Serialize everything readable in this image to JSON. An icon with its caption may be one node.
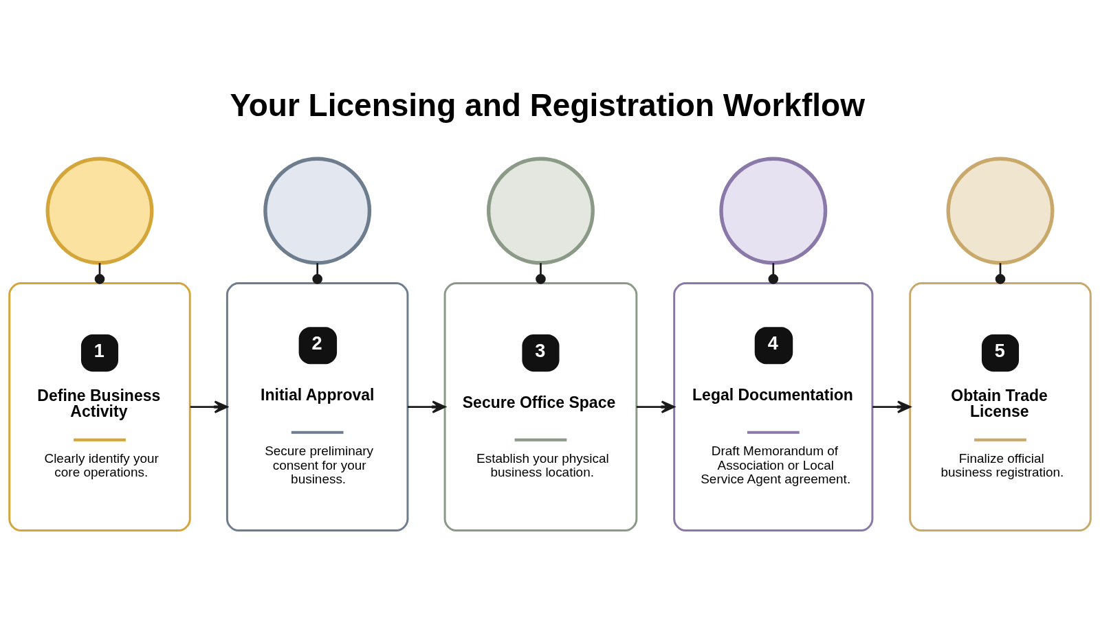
{
  "diagram": {
    "title": "Your Licensing and Registration Workflow",
    "nodes": [
      {
        "text": [],
        "shape": "circle"
      },
      {
        "text": [],
        "shape": "circle"
      },
      {
        "text": [],
        "shape": "circle"
      },
      {
        "text": [],
        "shape": "circle"
      },
      {
        "text": [],
        "shape": "circle"
      },
      {
        "text": [
          "1",
          "Define Business Activity",
          "Clearly identify your core operations."
        ]
      },
      {
        "text": [
          "2",
          "Initial Approval",
          "Secure preliminary consent for your business."
        ]
      },
      {
        "text": [
          "3",
          "Secure Office Space",
          "Establish your physical business location."
        ]
      },
      {
        "text": [
          "4",
          "Legal Documentation",
          "Draft Memorandum of Association or Local Service Agent agreement."
        ]
      },
      {
        "text": [
          "5",
          "Obtain Trade License",
          "Finalize official business registration."
        ]
      }
    ],
    "edges": [
      {
        "from": 0,
        "to": 5,
        "arrow": "other"
      },
      {
        "from": 1,
        "to": 6,
        "arrow": "other"
      },
      {
        "from": 2,
        "to": 7,
        "arrow": "other"
      },
      {
        "from": 3,
        "to": 8,
        "arrow": "other"
      },
      {
        "from": 4,
        "to": 9,
        "arrow": "other"
      },
      {
        "from": 5,
        "to": 6,
        "arrow": "to"
      },
      {
        "from": 6,
        "to": 7,
        "arrow": "to"
      },
      {
        "from": 7,
        "to": 8,
        "arrow": "to"
      },
      {
        "from": 8,
        "to": 9,
        "arrow": "to"
      }
    ]
  }
}
